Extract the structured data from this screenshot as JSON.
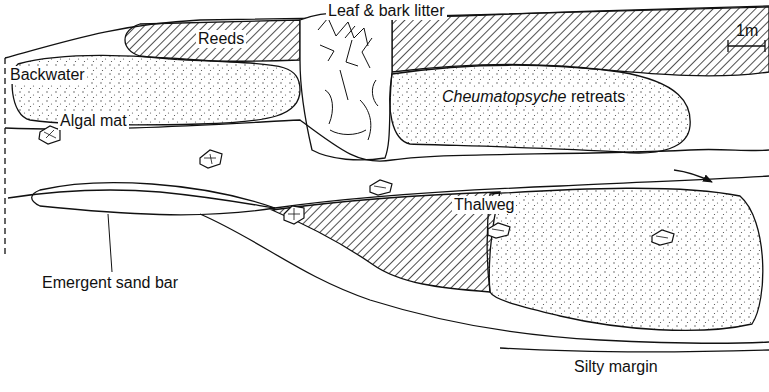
{
  "diagram": {
    "labels": [
      "Leaf & bark litter",
      "Reeds",
      "Backwater",
      "1m",
      "Algal mat",
      "Cheumatopsyche retreats",
      "Thalweg",
      "Emergent sand bar",
      "Silty margin"
    ]
  }
}
